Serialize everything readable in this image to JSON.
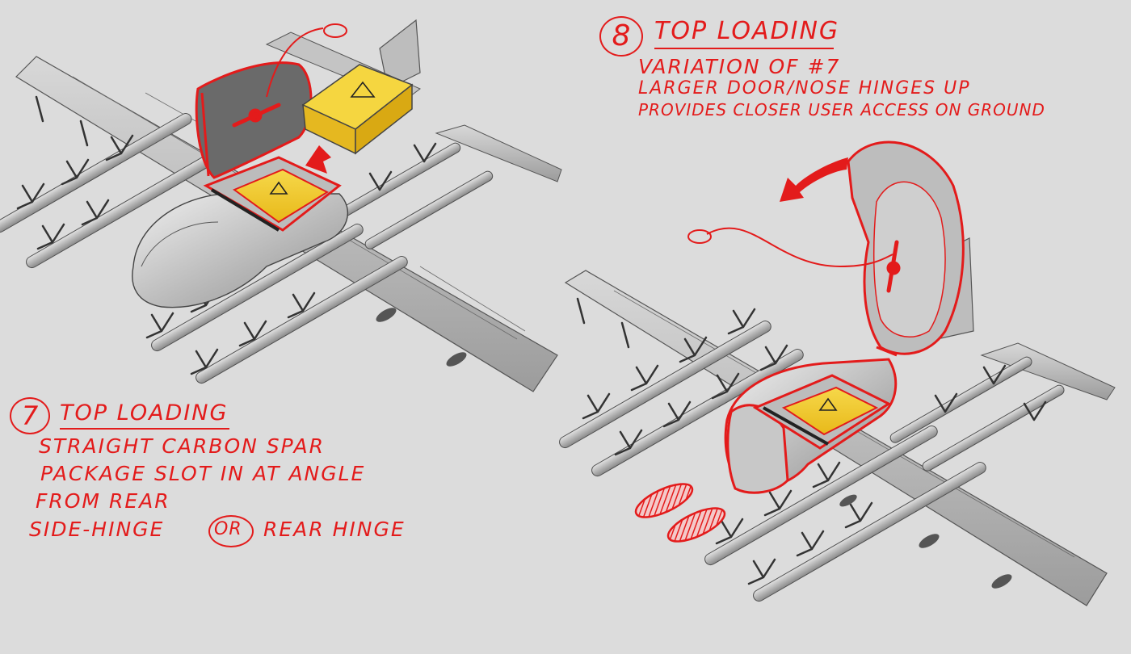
{
  "concept7": {
    "number": "7",
    "title": "TOP LOADING",
    "lines": [
      "STRAIGHT CARBON SPAR",
      "PACKAGE SLOT IN AT ANGLE",
      "FROM REAR"
    ],
    "hinge_left": "SIDE-HINGE",
    "hinge_or": "OR",
    "hinge_right": "REAR HINGE"
  },
  "concept8": {
    "number": "8",
    "title": "TOP LOADING",
    "lines": [
      "VARIATION OF #7",
      "LARGER DOOR/NOSE HINGES UP",
      "PROVIDES CLOSER USER ACCESS ON GROUND"
    ]
  },
  "colors": {
    "background": "#dcdcdc",
    "sketch_red": "#e31b1b",
    "package_yellow": "#f2cf2e",
    "aircraft_grey": "#b9b9b9"
  }
}
